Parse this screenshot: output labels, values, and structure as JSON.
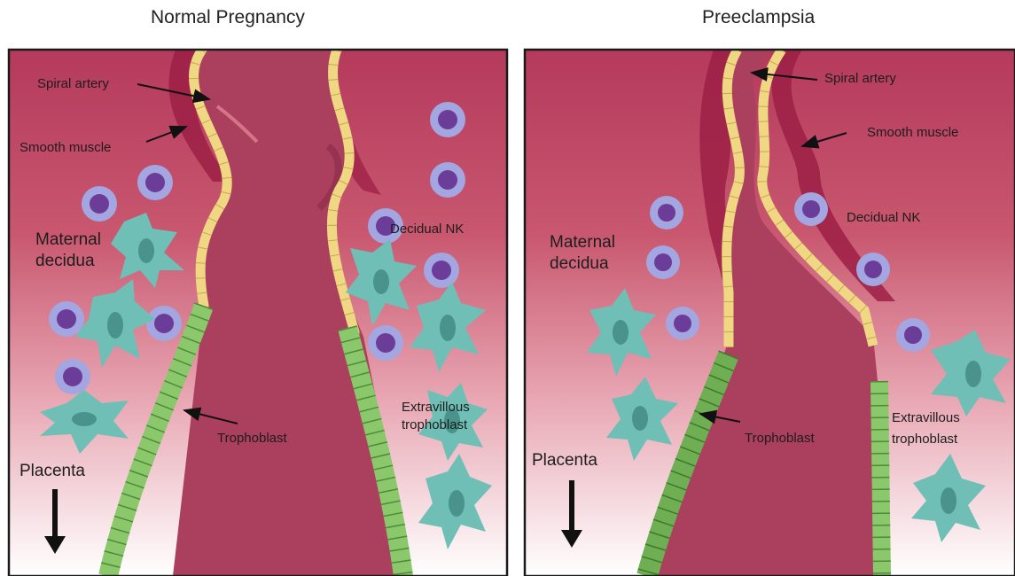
{
  "panels": [
    {
      "title": "Normal Pregnancy",
      "labels": {
        "spiral_artery": "Spiral artery",
        "smooth_muscle": "Smooth muscle",
        "maternal_decidua_line1": "Maternal",
        "maternal_decidua_line2": "decidua",
        "decidual_nk": "Decidual NK",
        "extravillous_line1": "Extravillous",
        "extravillous_line2": "trophoblast",
        "trophoblast": "Trophoblast",
        "placenta": "Placenta"
      }
    },
    {
      "title": "Preeclampsia",
      "labels": {
        "spiral_artery": "Spiral artery",
        "smooth_muscle": "Smooth muscle",
        "maternal_decidua_line1": "Maternal",
        "maternal_decidua_line2": "decidua",
        "decidual_nk": "Decidual NK",
        "extravillous_line1": "Extravillous",
        "extravillous_line2": "trophoblast",
        "trophoblast": "Trophoblast",
        "placenta": "Placenta"
      }
    }
  ],
  "colors": {
    "tissue_top": "#b53a5c",
    "tissue_bottom": "#ffffff",
    "lumen": "#ab3f5e",
    "endothelium": "#efd784",
    "smooth_muscle": "#9c1f45",
    "trophoblast": "#8bc86c",
    "nk_outer": "#a3a6e0",
    "nk_nucleus": "#6b3d98",
    "evt": "#6fbfb6",
    "evt_nucleus": "#4a938c"
  }
}
